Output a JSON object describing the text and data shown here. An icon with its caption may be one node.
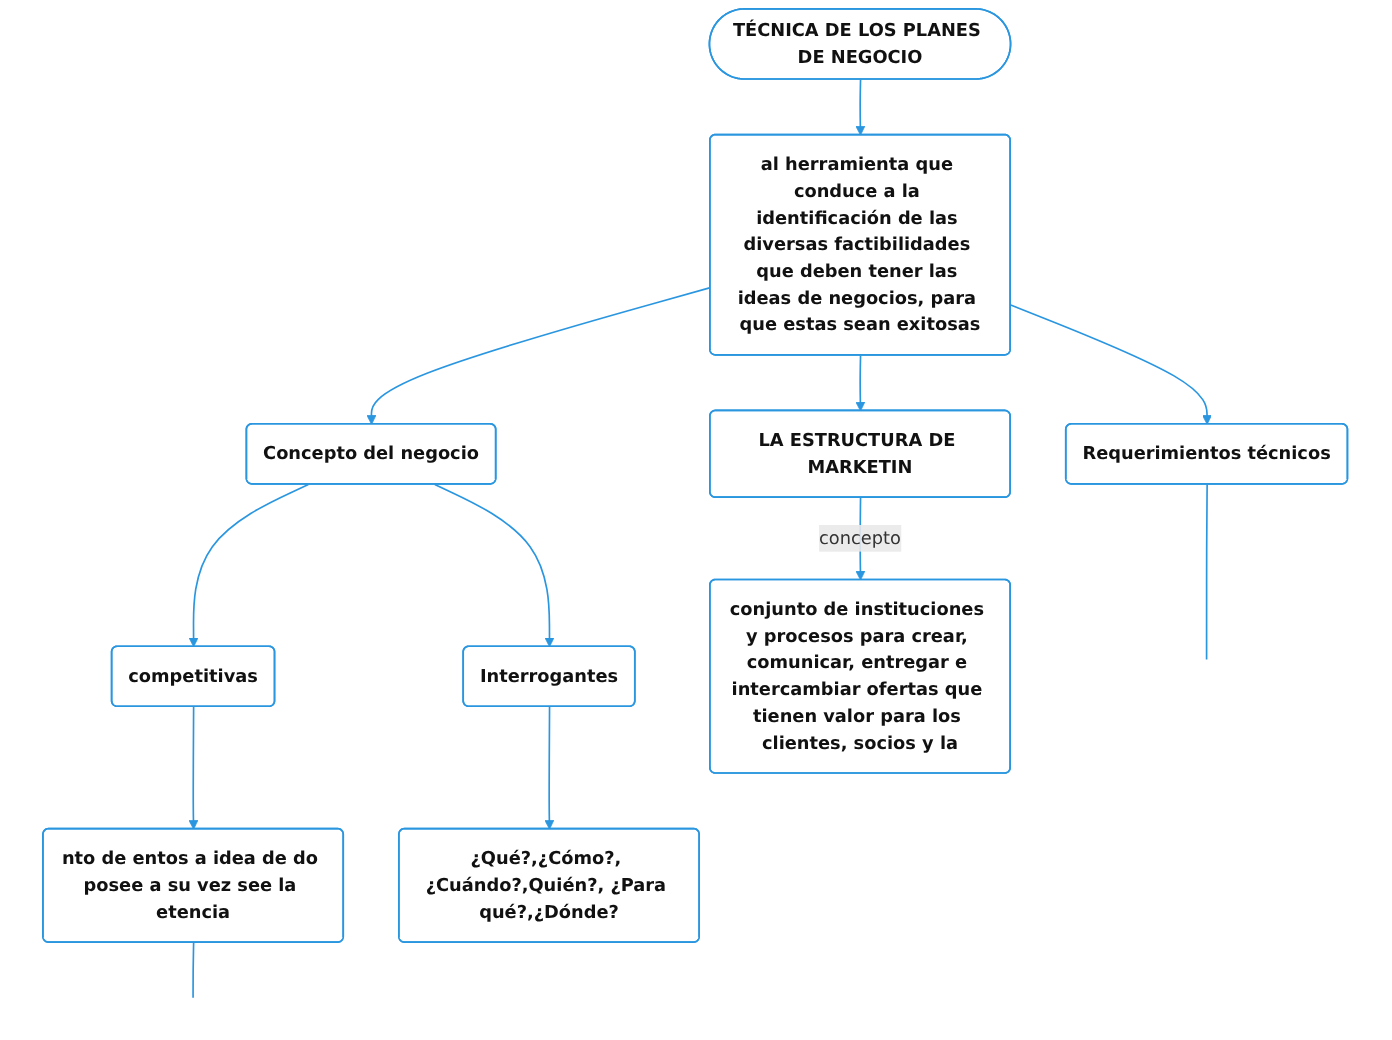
{
  "diagram": {
    "nodes": [
      {
        "text": [
          "TÉCNICA DE LOS PLANES DE NEGOCIO"
        ]
      },
      {
        "text": [
          "al herramienta que conduce a la identificación de las diversas factibilidades que deben tener las ideas de negocios, para que estas sean exitosas"
        ]
      },
      {
        "text": [
          "Concepto del negocio"
        ]
      },
      {
        "text": [
          "competitivas"
        ]
      },
      {
        "text": [
          "nto de entos a idea de do posee a su vez see la etencia"
        ]
      },
      {
        "text": [
          "Interrogantes"
        ]
      },
      {
        "text": [
          "¿Qué?,¿Cómo?, ¿Cuándo?,Quién?, ¿Para qué?,¿Dónde?"
        ]
      },
      {
        "text": [
          "Requerimientos técnicos"
        ]
      },
      {
        "text": [
          "LA ESTRUCTURA DE MARKETIN"
        ]
      },
      {
        "text": [
          "conjunto de instituciones y procesos para crear, comunicar, entregar e intercambiar ofertas que tienen valor para los clientes, socios y la"
        ]
      }
    ],
    "edges": [
      {
        "from": 0,
        "to": 1,
        "arrow": "to"
      },
      {
        "from": 1,
        "to": 2,
        "arrow": "to"
      },
      {
        "from": 2,
        "to": 3,
        "arrow": "to"
      },
      {
        "from": 3,
        "to": 4,
        "arrow": "to"
      },
      {
        "from": 4,
        "to": null,
        "arrow": "none"
      },
      {
        "from": 2,
        "to": 5,
        "arrow": "to"
      },
      {
        "from": 5,
        "to": 6,
        "arrow": "to"
      },
      {
        "from": 1,
        "to": 7,
        "arrow": "to"
      },
      {
        "from": 7,
        "to": null,
        "arrow": "none"
      },
      {
        "from": 1,
        "to": 8,
        "arrow": "to"
      },
      {
        "from": 8,
        "to": 9,
        "arrow": "to",
        "label": "concepto"
      }
    ]
  }
}
